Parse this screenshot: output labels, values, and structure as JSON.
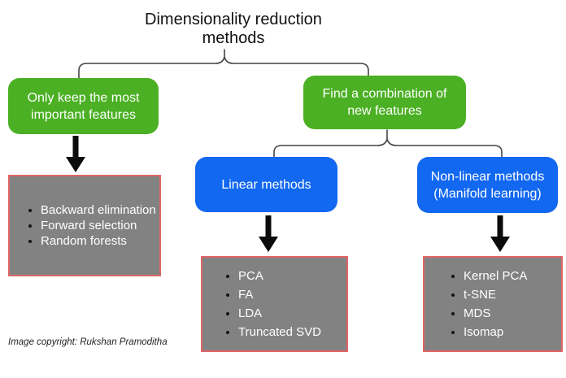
{
  "title": "Dimensionality reduction methods",
  "footer": "Image copyright: Rukshan Pramoditha",
  "colors": {
    "green": "#4bb023",
    "blue": "#1268f0",
    "gray": "#828282",
    "red_border": "#e06666",
    "arrow": "#0b0b0b",
    "connector": "#444444"
  },
  "branches": {
    "feature_selection": {
      "header": "Only keep the most important features",
      "items": [
        "Backward elimination",
        "Forward selection",
        "Random forests"
      ]
    },
    "feature_extraction": {
      "header": "Find a combination of new features",
      "linear": {
        "header": "Linear methods",
        "items": [
          "PCA",
          "FA",
          "LDA",
          "Truncated SVD"
        ]
      },
      "nonlinear": {
        "header": "Non-linear methods (Manifold learning)",
        "items": [
          "Kernel PCA",
          "t-SNE",
          "MDS",
          "Isomap"
        ]
      }
    }
  }
}
